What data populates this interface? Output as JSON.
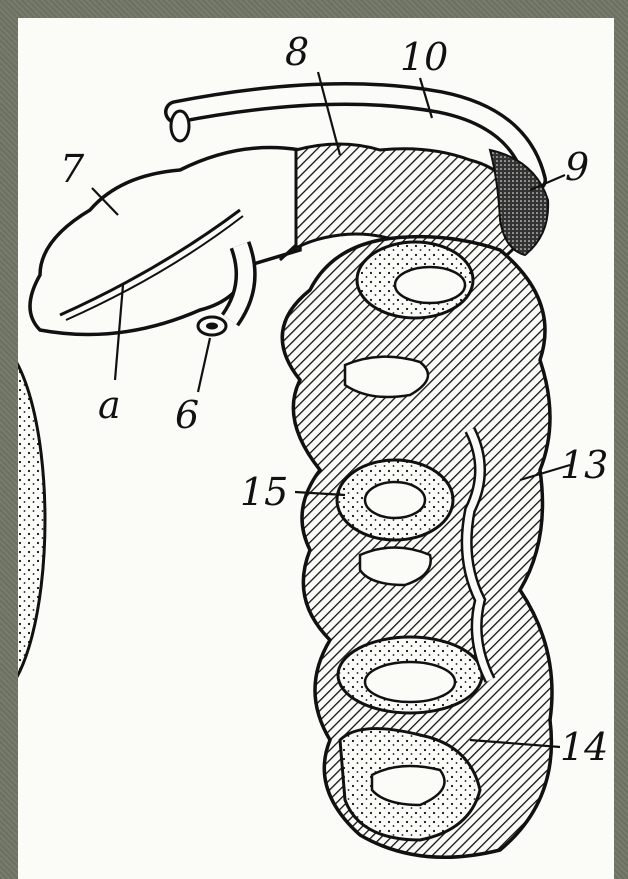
{
  "figure": {
    "labels": {
      "l7": "7",
      "l8": "8",
      "l10": "10",
      "l9": "9",
      "la": "a",
      "l6": "6",
      "l13": "13",
      "l15": "15",
      "l14": "14"
    },
    "colors": {
      "ink": "#111111",
      "paper": "#fbfbf7",
      "frame": "#727767"
    }
  }
}
